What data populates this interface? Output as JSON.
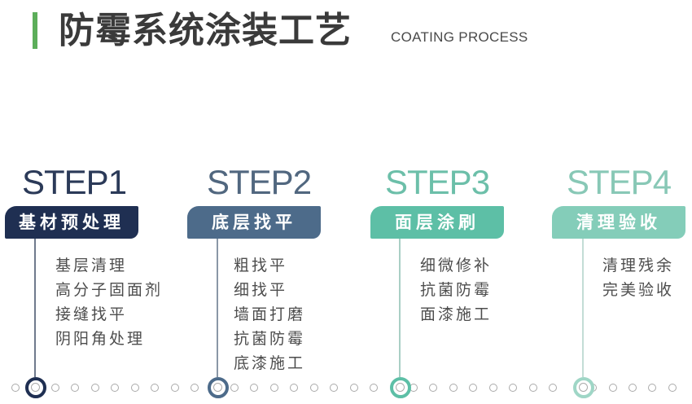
{
  "header": {
    "title": "防霉系统涂装工艺",
    "subtitle": "COATING PROCESS",
    "accent_color": "#5cae5a"
  },
  "steps": [
    {
      "step_label": "STEP1",
      "badge": "基材预处理",
      "color": "#1f2f52",
      "label_color": "#2b3a58",
      "items": [
        "基层清理",
        "高分子固面剂",
        "接缝找平",
        "阴阳角处理"
      ]
    },
    {
      "step_label": "STEP2",
      "badge": "底层找平",
      "color": "#4d6b8a",
      "label_color": "#51677f",
      "items": [
        "粗找平",
        "细找平",
        "墙面打磨",
        "抗菌防霉",
        "底漆施工"
      ]
    },
    {
      "step_label": "STEP3",
      "badge": "面层涂刷",
      "color": "#5dbfa6",
      "label_color": "#6cbfa9",
      "items": [
        "细微修补",
        "抗菌防霉",
        "面漆施工"
      ]
    },
    {
      "step_label": "STEP4",
      "badge": "清理验收",
      "color": "#84cdb9",
      "label_color": "#88c8b6",
      "items": [
        "清理残余",
        "完美验收"
      ]
    }
  ],
  "timeline": {
    "dot_color": "#aaaaaa",
    "dot_count": 34
  }
}
